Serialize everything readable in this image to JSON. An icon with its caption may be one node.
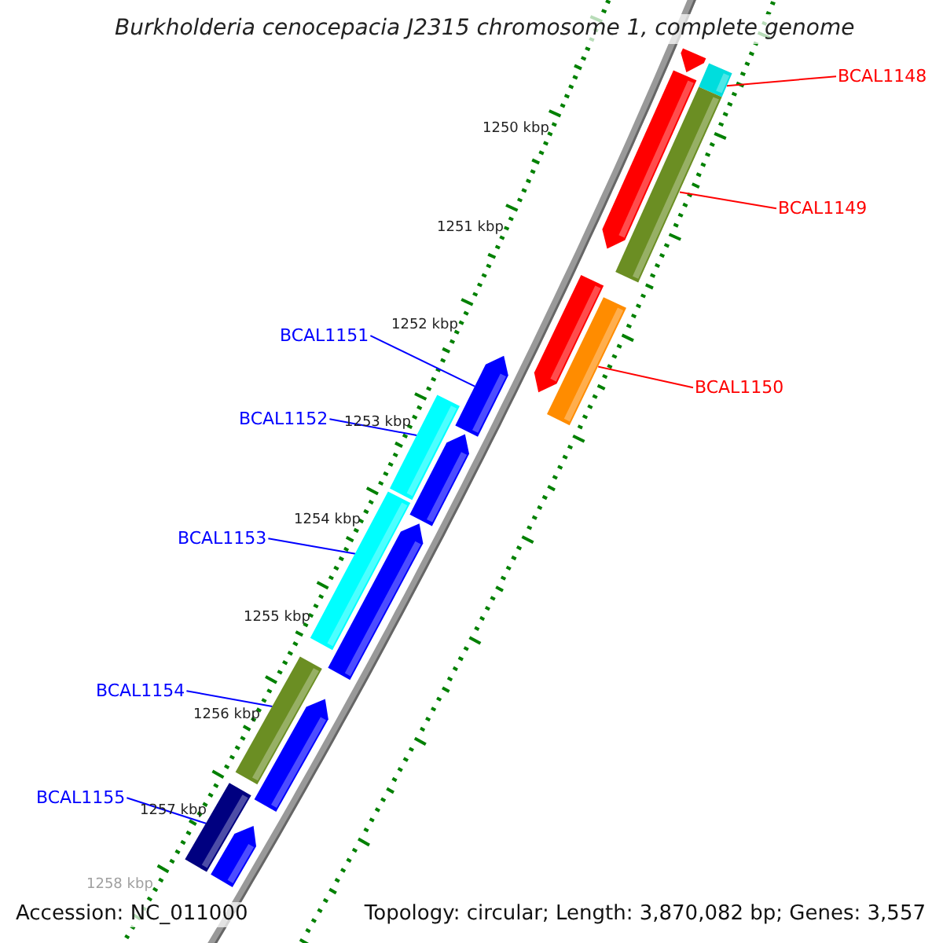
{
  "diagram": {
    "title": "Burkholderia cenocepacia J2315 chromosome 1, complete genome",
    "nodes": [
      {
        "text": [
          "BCAL1148"
        ]
      },
      {
        "text": [
          "BCAL1149"
        ]
      },
      {
        "text": [
          "BCAL1150"
        ]
      },
      {
        "text": [
          "BCAL1151"
        ]
      },
      {
        "text": [
          "BCAL1152"
        ]
      },
      {
        "text": [
          "BCAL1153"
        ]
      },
      {
        "text": [
          "BCAL1154"
        ]
      },
      {
        "text": [
          "BCAL1155"
        ]
      },
      {
        "text": [],
        "shape": "arrow"
      },
      {
        "text": [],
        "shape": "bar"
      },
      {
        "text": [],
        "shape": "arrow"
      },
      {
        "text": [],
        "shape": "bar"
      },
      {
        "text": [],
        "shape": "arrow"
      },
      {
        "text": [],
        "shape": "bar"
      },
      {
        "text": [],
        "shape": "arrow"
      },
      {
        "text": [],
        "shape": "bar"
      },
      {
        "text": [],
        "shape": "arrow"
      },
      {
        "text": [],
        "shape": "bar"
      },
      {
        "text": [],
        "shape": "arrow"
      },
      {
        "text": [],
        "shape": "bar"
      },
      {
        "text": [],
        "shape": "arrow"
      },
      {
        "text": [],
        "shape": "bar"
      },
      {
        "text": [],
        "shape": "arrow"
      }
    ],
    "edges": [
      {
        "from": 0,
        "to": 9,
        "arrow": "none",
        "color": "#ff0000"
      },
      {
        "from": 1,
        "to": 11,
        "arrow": "none",
        "color": "#ff0000"
      },
      {
        "from": 2,
        "to": 13,
        "arrow": "none",
        "color": "#ff0000"
      },
      {
        "from": 3,
        "to": 14,
        "arrow": "none",
        "color": "#0000ff"
      },
      {
        "from": 4,
        "to": 15,
        "arrow": "none",
        "color": "#0000ff"
      },
      {
        "from": 5,
        "to": 17,
        "arrow": "none",
        "color": "#0000ff"
      },
      {
        "from": 6,
        "to": 19,
        "arrow": "none",
        "color": "#0000ff"
      },
      {
        "from": 7,
        "to": 21,
        "arrow": "none",
        "color": "#0000ff"
      }
    ],
    "labels": [
      "1250 kbp",
      "1251 kbp",
      "1252 kbp",
      "1253 kbp",
      "1254 kbp",
      "1255 kbp",
      "1256 kbp",
      "1257 kbp",
      "1258 kbp",
      "Accession: NC_011000",
      "Topology: circular; Length: 3,870,082 bp; Genes: 3,557"
    ]
  }
}
